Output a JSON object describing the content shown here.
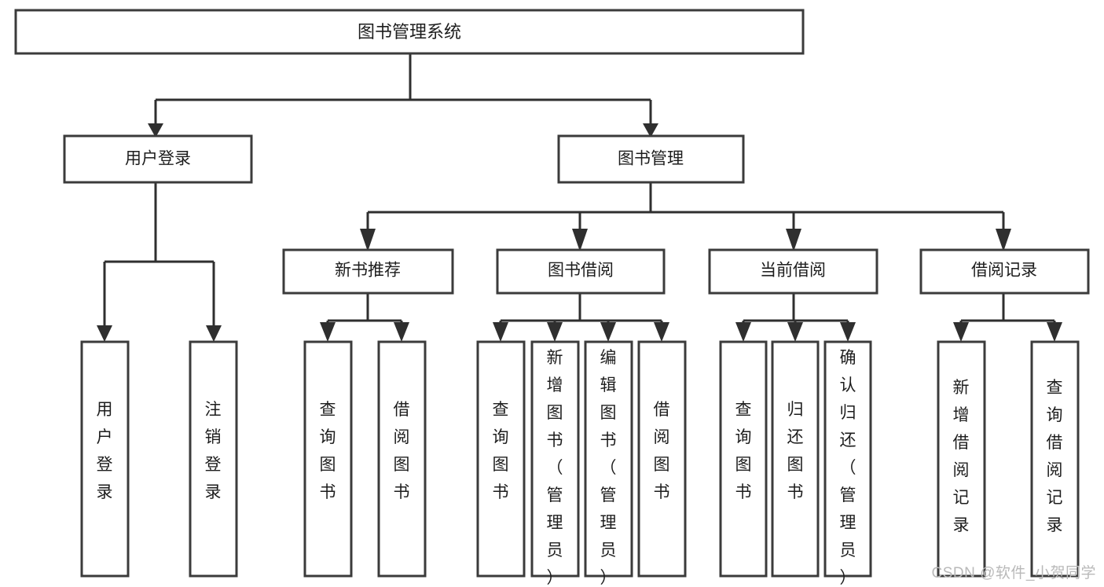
{
  "diagram": {
    "title": "图书管理系统",
    "type": "tree-hierarchy-diagram",
    "watermark": "CSDN @软件_小贺同学",
    "colors": {
      "box_stroke": "#3b3b3b",
      "connector": "#2f2f2f",
      "background": "#ffffff",
      "text": "#1d1d1d",
      "watermark": "#b9b9b9"
    },
    "levels": {
      "root": {
        "label": "图书管理系统"
      },
      "branches": [
        {
          "label": "用户登录"
        },
        {
          "label": "图书管理"
        }
      ],
      "modules": [
        {
          "label": "新书推荐"
        },
        {
          "label": "图书借阅"
        },
        {
          "label": "当前借阅"
        },
        {
          "label": "借阅记录"
        }
      ],
      "leaves": [
        {
          "label": "用户登录",
          "parent": "用户登录"
        },
        {
          "label": "注销登录",
          "parent": "用户登录"
        },
        {
          "label": "查询图书",
          "parent": "新书推荐"
        },
        {
          "label": "借阅图书",
          "parent": "新书推荐"
        },
        {
          "label": "查询图书",
          "parent": "图书借阅"
        },
        {
          "label": "新增图书（管理员）",
          "parent": "图书借阅"
        },
        {
          "label": "编辑图书（管理员）",
          "parent": "图书借阅"
        },
        {
          "label": "借阅图书",
          "parent": "图书借阅"
        },
        {
          "label": "查询图书",
          "parent": "当前借阅"
        },
        {
          "label": "归还图书",
          "parent": "当前借阅"
        },
        {
          "label": "确认归还（管理员）",
          "parent": "当前借阅"
        },
        {
          "label": "新增借阅记录",
          "parent": "借阅记录"
        },
        {
          "label": "查询借阅记录",
          "parent": "借阅记录"
        }
      ]
    }
  }
}
